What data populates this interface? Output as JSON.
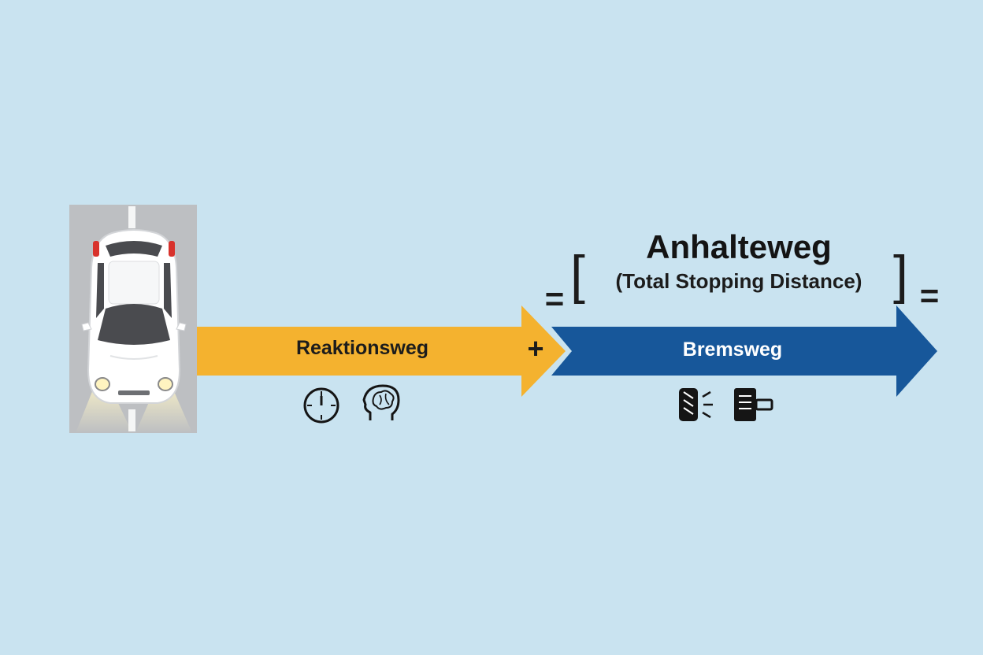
{
  "title": "Anhalteweg",
  "subtitle": "(Total Stopping Distance)",
  "segments": {
    "reaction": {
      "label": "Reaktionsweg",
      "color": "#f4b22f",
      "icons": [
        "stopwatch-icon",
        "brain-head-icon"
      ]
    },
    "braking": {
      "label": "Bremsweg",
      "color": "#17579a",
      "icons": [
        "brake-tire-icon",
        "brake-pedal-icon"
      ]
    }
  },
  "operators": {
    "plus": "+",
    "equals_left": "=",
    "equals_right": "=",
    "bracket_left": "[",
    "bracket_right": "]"
  },
  "colors": {
    "background": "#c9e3f0",
    "road": "#bdbfc2",
    "car": "#ffffff"
  }
}
